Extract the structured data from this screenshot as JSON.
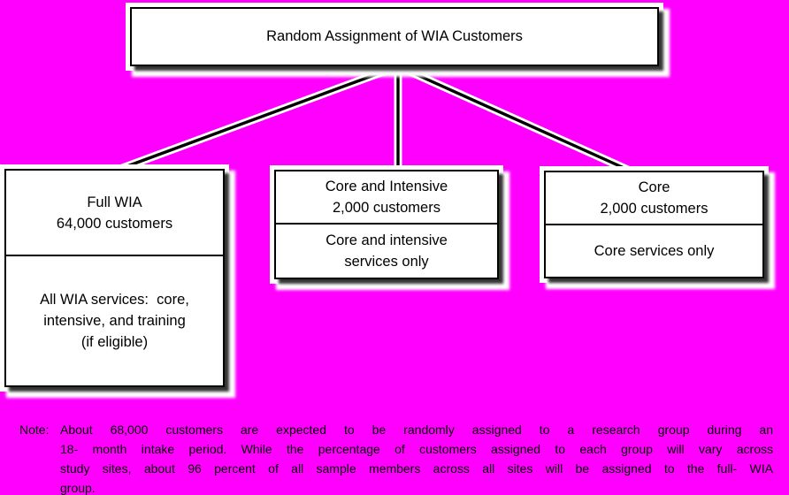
{
  "colors": {
    "background": "#ff00ff",
    "box_fill": "#ffffff",
    "box_border": "#000000",
    "box_shadow": "#232323",
    "connector_line": "#000000",
    "connector_casing": "#ffffff",
    "text": "#000000"
  },
  "title_box": {
    "text": "Random Assignment of WIA Customers"
  },
  "boxes": [
    {
      "id": "full-wia",
      "top_lines": [
        "Full WIA",
        "64,000 customers"
      ],
      "bottom_lines": [
        "All WIA services:  core,",
        "intensive, and training",
        "(if eligible)"
      ]
    },
    {
      "id": "core-and-intensive",
      "top_lines": [
        "Core and Intensive",
        "2,000 customers"
      ],
      "bottom_lines": [
        "Core and intensive",
        "services only"
      ]
    },
    {
      "id": "core",
      "top_lines": [
        "Core",
        "2,000 customers"
      ],
      "bottom_lines": [
        "Core services only"
      ]
    }
  ],
  "note": {
    "label": "Note:",
    "lines": [
      "About 68,000 customers are expected to be randomly assigned to a research group during an",
      "18- month intake period. While the percentage of customers assigned to each group will vary across",
      "study sites, about 96 percent of all sample members across all sites will be assigned to the full- WIA",
      "group."
    ]
  }
}
